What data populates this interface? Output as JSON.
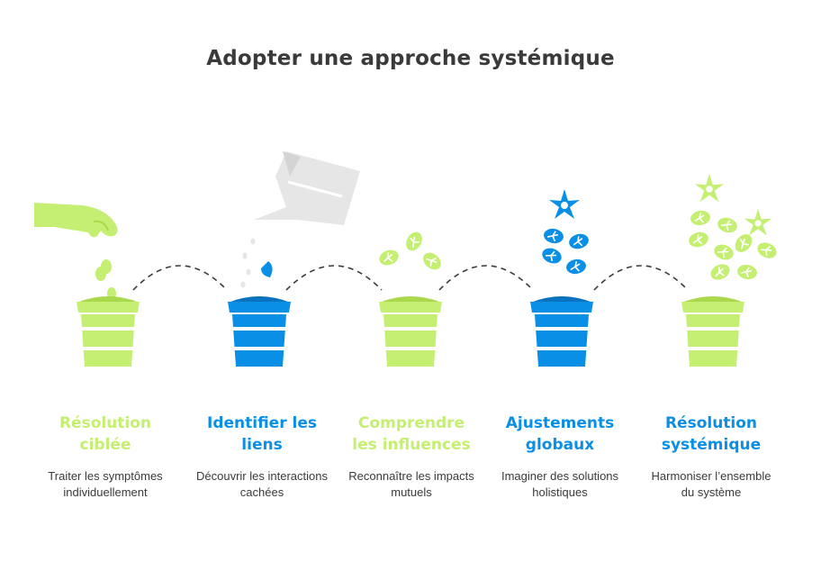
{
  "title": "Adopter une approche systémique",
  "colors": {
    "green": "#c5ef72",
    "green_dark": "#a9d94a",
    "blue": "#0a8fe6",
    "blue_dark": "#0672c0",
    "grey": "#e6e6e6",
    "text": "#3a3a3a",
    "dash": "#3a3a3a"
  },
  "steps": [
    {
      "title": "Résolution ciblée",
      "description": "Traiter les symptômes individuellement",
      "color": "green"
    },
    {
      "title": "Identifier les liens",
      "description": "Découvrir les interactions cachées",
      "color": "blue"
    },
    {
      "title": "Comprendre les influences",
      "description": "Reconnaître les impacts mutuels",
      "color": "green"
    },
    {
      "title": "Ajustements globaux",
      "description": "Imaginer des solutions holistiques",
      "color": "blue"
    },
    {
      "title": "Résolution systémique",
      "description": "Harmoniser l’ensemble du système",
      "color": "green"
    }
  ]
}
